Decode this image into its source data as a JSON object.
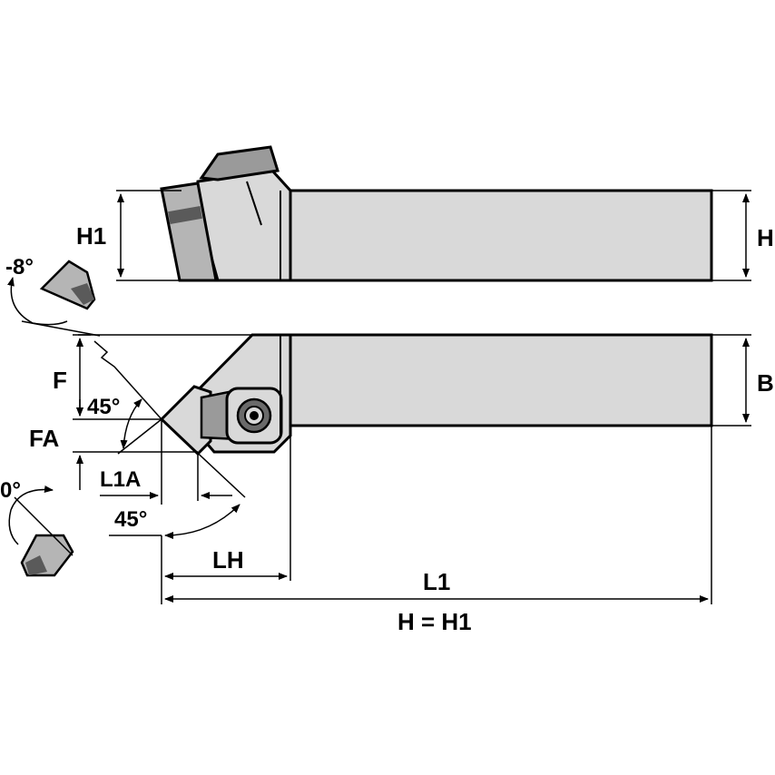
{
  "labels": {
    "h1_left": "H1",
    "h_right": "H",
    "b_right": "B",
    "f": "F",
    "fa": "FA",
    "angle_45_upper": "45°",
    "l1a": "L1A",
    "angle_45_lower": "45°",
    "angle_neg8": "-8°",
    "angle_0": "0°",
    "lh": "LH",
    "l1": "L1",
    "h_eq_h1": "H = H1"
  },
  "colors": {
    "body_fill": "#d9d9d9",
    "insert_fill": "#8a8a8a",
    "outline": "#000000"
  }
}
